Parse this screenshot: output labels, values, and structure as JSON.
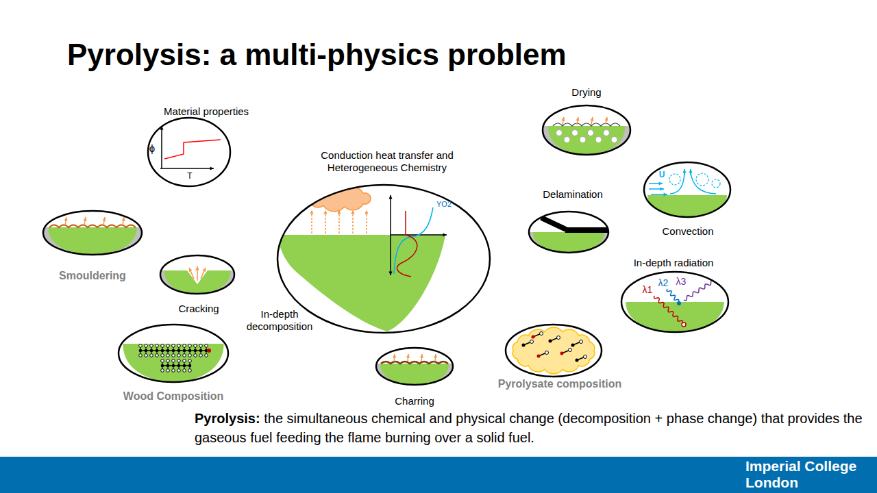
{
  "diagram": {
    "title": "Pyrolysis: a multi-physics problem",
    "caption": "the simultaneous chemical and physical change (decomposition + phase change) that provides the gaseous fuel feeding the flame burning over a solid fuel.",
    "nodes": [
      {
        "text": [
          "Material properties",
          "ϕ",
          "T"
        ]
      },
      {
        "text": [
          "Conduction heat transfer and Heterogeneous Chemistry",
          "YO2",
          "In-depth decomposition"
        ]
      },
      {
        "text": [
          "Drying"
        ]
      },
      {
        "text": [
          "Convection",
          "U"
        ]
      },
      {
        "text": [
          "Delamination"
        ]
      },
      {
        "text": [
          "In-depth radiation",
          "λ1",
          "λ2",
          "λ3"
        ]
      },
      {
        "text": [
          "Smouldering"
        ]
      },
      {
        "text": [
          "Cracking"
        ]
      },
      {
        "text": [
          "Wood Composition"
        ]
      },
      {
        "text": [
          "Charring"
        ]
      },
      {
        "text": [
          "Pyrolysate composition"
        ]
      }
    ],
    "labels": [
      "Pyrolysis:",
      "Imperial College London"
    ]
  }
}
